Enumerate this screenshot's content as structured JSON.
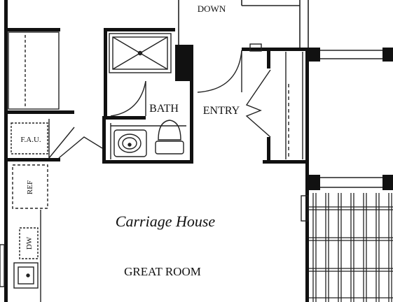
{
  "labels": {
    "down": "DOWN",
    "bath": "BATH",
    "entry": "ENTRY",
    "fau": "F.A.U.",
    "ref": "REF",
    "dw": "DW",
    "unit_name": "Carriage House",
    "great_room": "GREAT ROOM"
  },
  "colors": {
    "wall": "#111111",
    "line": "#222222",
    "background": "#ffffff"
  }
}
